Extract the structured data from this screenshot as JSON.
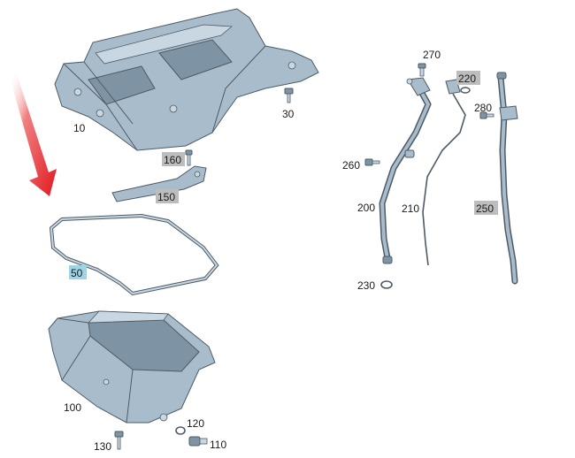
{
  "callouts": {
    "upper_pan": "10",
    "upper_bolt": "30",
    "stud": "160",
    "bracket": "150",
    "gasket": "50",
    "lower_pan": "100",
    "drain_plug": "110",
    "seal_ring": "120",
    "pan_bolt": "130",
    "dipstick_tube": "200",
    "dipstick": "210",
    "dipstick_cap": "220",
    "tube_oring": "230",
    "guide_tube": "250",
    "tube_bolt": "260",
    "cap_bolt": "270",
    "guide_bolt": "280"
  },
  "colors": {
    "arrow": "#e0191f",
    "part_fill": "#a9bccb",
    "part_shadow": "#7e93a3",
    "outline": "#4d5b66",
    "gray_highlight": "#bdbdbd",
    "blue_highlight": "#9fd3e6"
  }
}
